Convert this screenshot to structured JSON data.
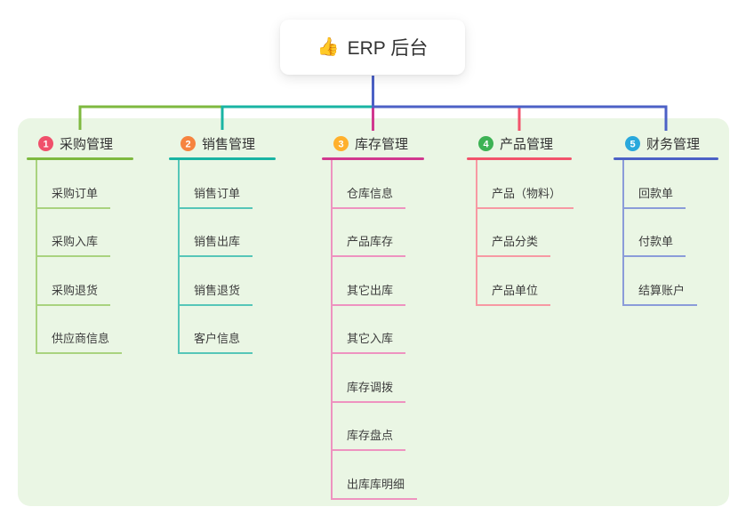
{
  "root": {
    "icon": "👍",
    "icon_name": "thumbs-up-icon",
    "title": "ERP 后台",
    "line_color": "#4c61c6",
    "text_color": "#333333"
  },
  "colors": {
    "board_background": "#eaf6e4",
    "page_background": "#ffffff",
    "header_text": "#333333",
    "child_text": "#3d3d3d"
  },
  "branches": [
    {
      "num": "1",
      "label": "采购管理",
      "badge_color": "#f0506b",
      "line_color": "#7eb93f",
      "child_line_color": "#a9d37f",
      "children": [
        "采购订单",
        "采购入库",
        "采购退货",
        "供应商信息"
      ]
    },
    {
      "num": "2",
      "label": "销售管理",
      "badge_color": "#f6833f",
      "line_color": "#19b4a3",
      "child_line_color": "#56c6b8",
      "children": [
        "销售订单",
        "销售出库",
        "销售退货",
        "客户信息"
      ]
    },
    {
      "num": "3",
      "label": "库存管理",
      "badge_color": "#ffb02c",
      "line_color": "#d1388f",
      "child_line_color": "#ee93c0",
      "children": [
        "仓库信息",
        "产品库存",
        "其它出库",
        "其它入库",
        "库存调拨",
        "库存盘点",
        "出库库明细"
      ]
    },
    {
      "num": "4",
      "label": "产品管理",
      "badge_color": "#3db254",
      "line_color": "#f2536b",
      "child_line_color": "#f799a3",
      "children": [
        "产品（物料）",
        "产品分类",
        "产品单位"
      ]
    },
    {
      "num": "5",
      "label": "财务管理",
      "badge_color": "#29a8dc",
      "line_color": "#4c61c6",
      "child_line_color": "#8b9cd9",
      "children": [
        "回款单",
        "付款单",
        "结算账户"
      ]
    }
  ]
}
